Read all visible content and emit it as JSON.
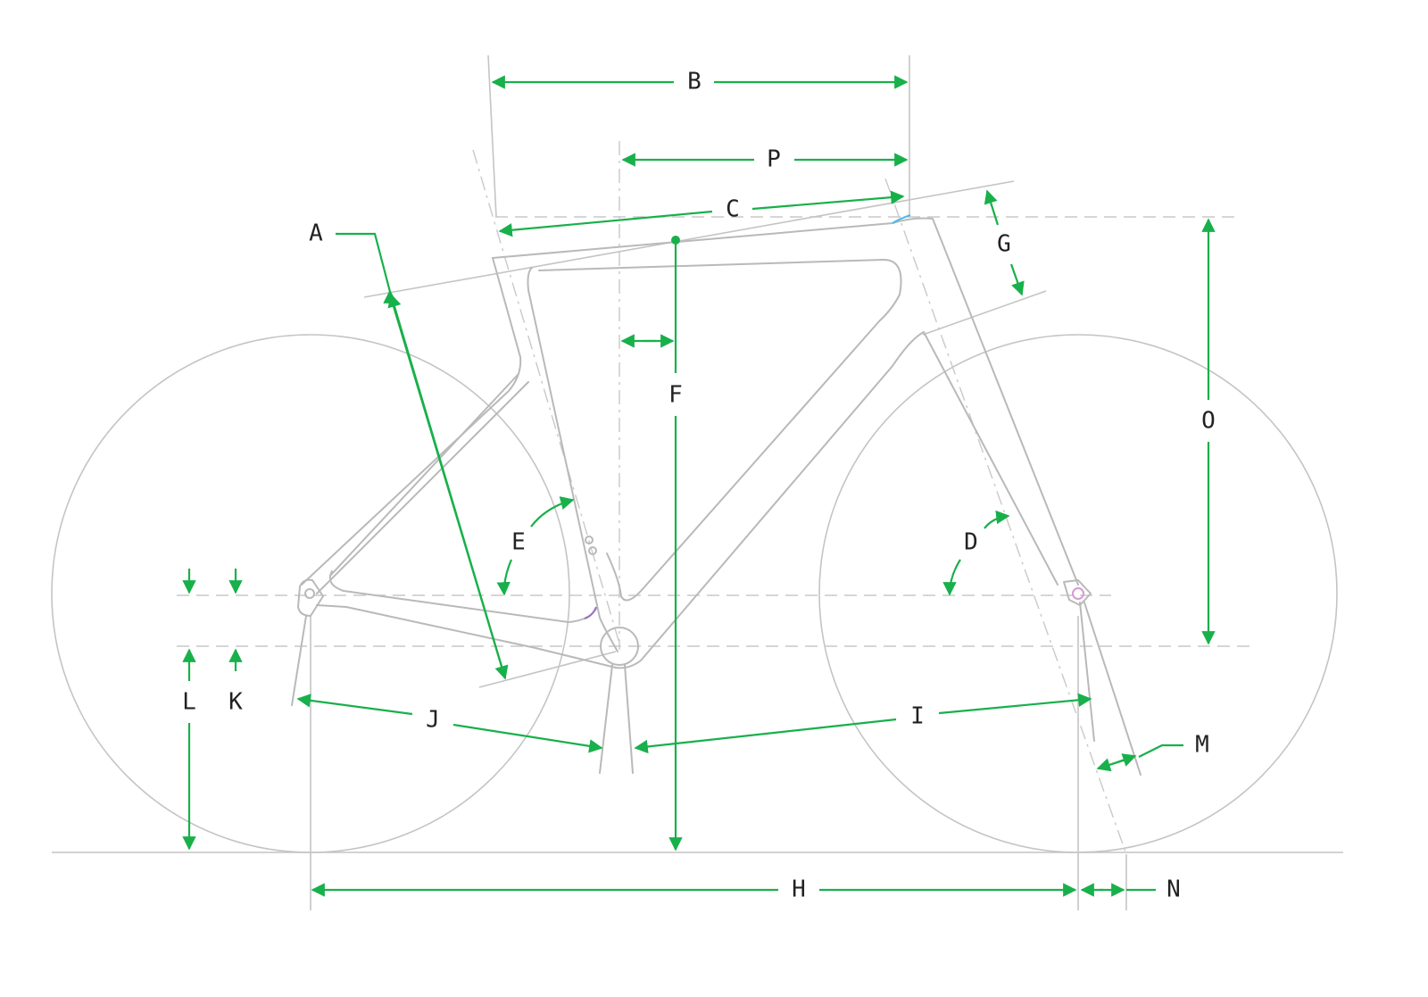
{
  "labels": {
    "A": "A",
    "B": "B",
    "C": "C",
    "D": "D",
    "E": "E",
    "F": "F",
    "G": "G",
    "H": "H",
    "I": "I",
    "J": "J",
    "K": "K",
    "L": "L",
    "M": "M",
    "N": "N",
    "O": "O",
    "P": "P"
  },
  "colors": {
    "dimension": "#18b04a",
    "frame": "#b9b9b9",
    "label": "#222222"
  }
}
